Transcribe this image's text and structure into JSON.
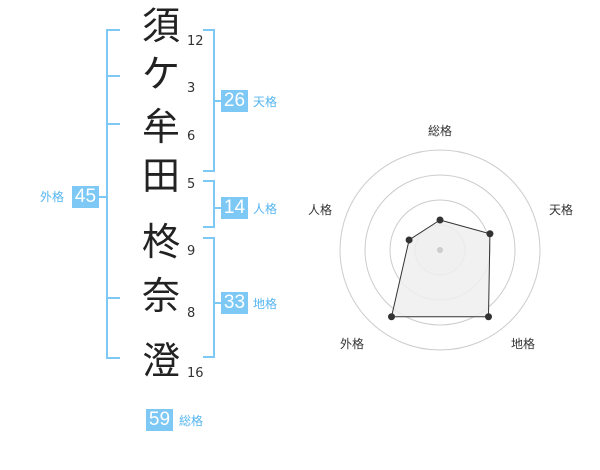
{
  "name": {
    "chars": [
      {
        "char": "須",
        "strokes": "12"
      },
      {
        "char": "ケ",
        "strokes": "3"
      },
      {
        "char": "牟",
        "strokes": "6"
      },
      {
        "char": "田",
        "strokes": "5"
      },
      {
        "char": "柊",
        "strokes": "9"
      },
      {
        "char": "奈",
        "strokes": "8"
      },
      {
        "char": "澄",
        "strokes": "16"
      }
    ]
  },
  "fortune": {
    "tenkaku": {
      "value": "26",
      "label": "天格"
    },
    "jinkaku": {
      "value": "14",
      "label": "人格"
    },
    "chikaku": {
      "value": "33",
      "label": "地格"
    },
    "gaikaku": {
      "value": "45",
      "label": "外格"
    },
    "soukaku": {
      "value": "59",
      "label": "総格"
    }
  },
  "radar": {
    "axes": [
      "総格",
      "天格",
      "地格",
      "外格",
      "人格"
    ],
    "levels": 4,
    "values": [
      1.2,
      2.1,
      3.3,
      3.3,
      1.3
    ],
    "colors": {
      "fill": "#eeeeee",
      "stroke": "#333333",
      "ring": "#cccccc",
      "point": "#333333"
    }
  }
}
